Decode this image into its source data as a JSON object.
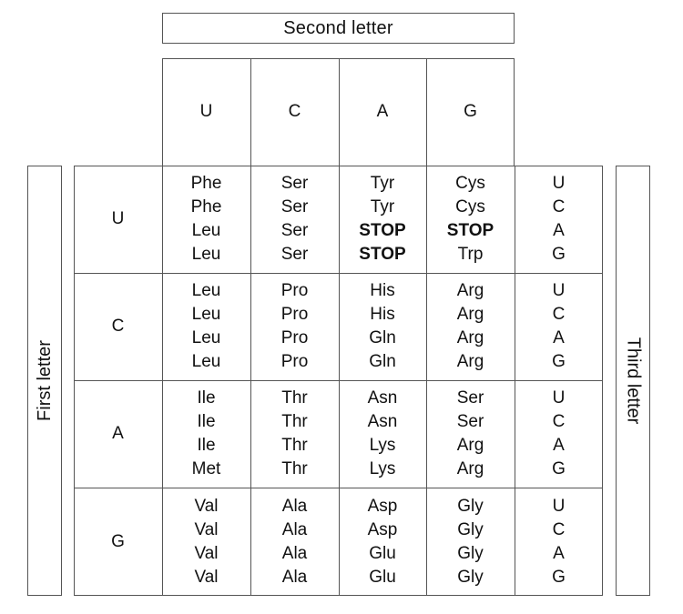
{
  "second_letter_label": "Second letter",
  "first_letter_label": "First letter",
  "third_letter_label": "Third letter",
  "columns": [
    "U",
    "C",
    "A",
    "G"
  ],
  "rows": [
    {
      "label": "U",
      "cells": [
        [
          "Phe",
          "Phe",
          "Leu",
          "Leu"
        ],
        [
          "Ser",
          "Ser",
          "Ser",
          "Ser"
        ],
        [
          "Tyr",
          "Tyr",
          "STOP",
          "STOP"
        ],
        [
          "Cys",
          "Cys",
          "STOP",
          "Trp"
        ]
      ],
      "third": [
        "U",
        "C",
        "A",
        "G"
      ]
    },
    {
      "label": "C",
      "cells": [
        [
          "Leu",
          "Leu",
          "Leu",
          "Leu"
        ],
        [
          "Pro",
          "Pro",
          "Pro",
          "Pro"
        ],
        [
          "His",
          "His",
          "Gln",
          "Gln"
        ],
        [
          "Arg",
          "Arg",
          "Arg",
          "Arg"
        ]
      ],
      "third": [
        "U",
        "C",
        "A",
        "G"
      ]
    },
    {
      "label": "A",
      "cells": [
        [
          "Ile",
          "Ile",
          "Ile",
          "Met"
        ],
        [
          "Thr",
          "Thr",
          "Thr",
          "Thr"
        ],
        [
          "Asn",
          "Asn",
          "Lys",
          "Lys"
        ],
        [
          "Ser",
          "Ser",
          "Arg",
          "Arg"
        ]
      ],
      "third": [
        "U",
        "C",
        "A",
        "G"
      ]
    },
    {
      "label": "G",
      "cells": [
        [
          "Val",
          "Val",
          "Val",
          "Val"
        ],
        [
          "Ala",
          "Ala",
          "Ala",
          "Ala"
        ],
        [
          "Asp",
          "Asp",
          "Glu",
          "Glu"
        ],
        [
          "Gly",
          "Gly",
          "Gly",
          "Gly"
        ]
      ],
      "third": [
        "U",
        "C",
        "A",
        "G"
      ]
    }
  ]
}
